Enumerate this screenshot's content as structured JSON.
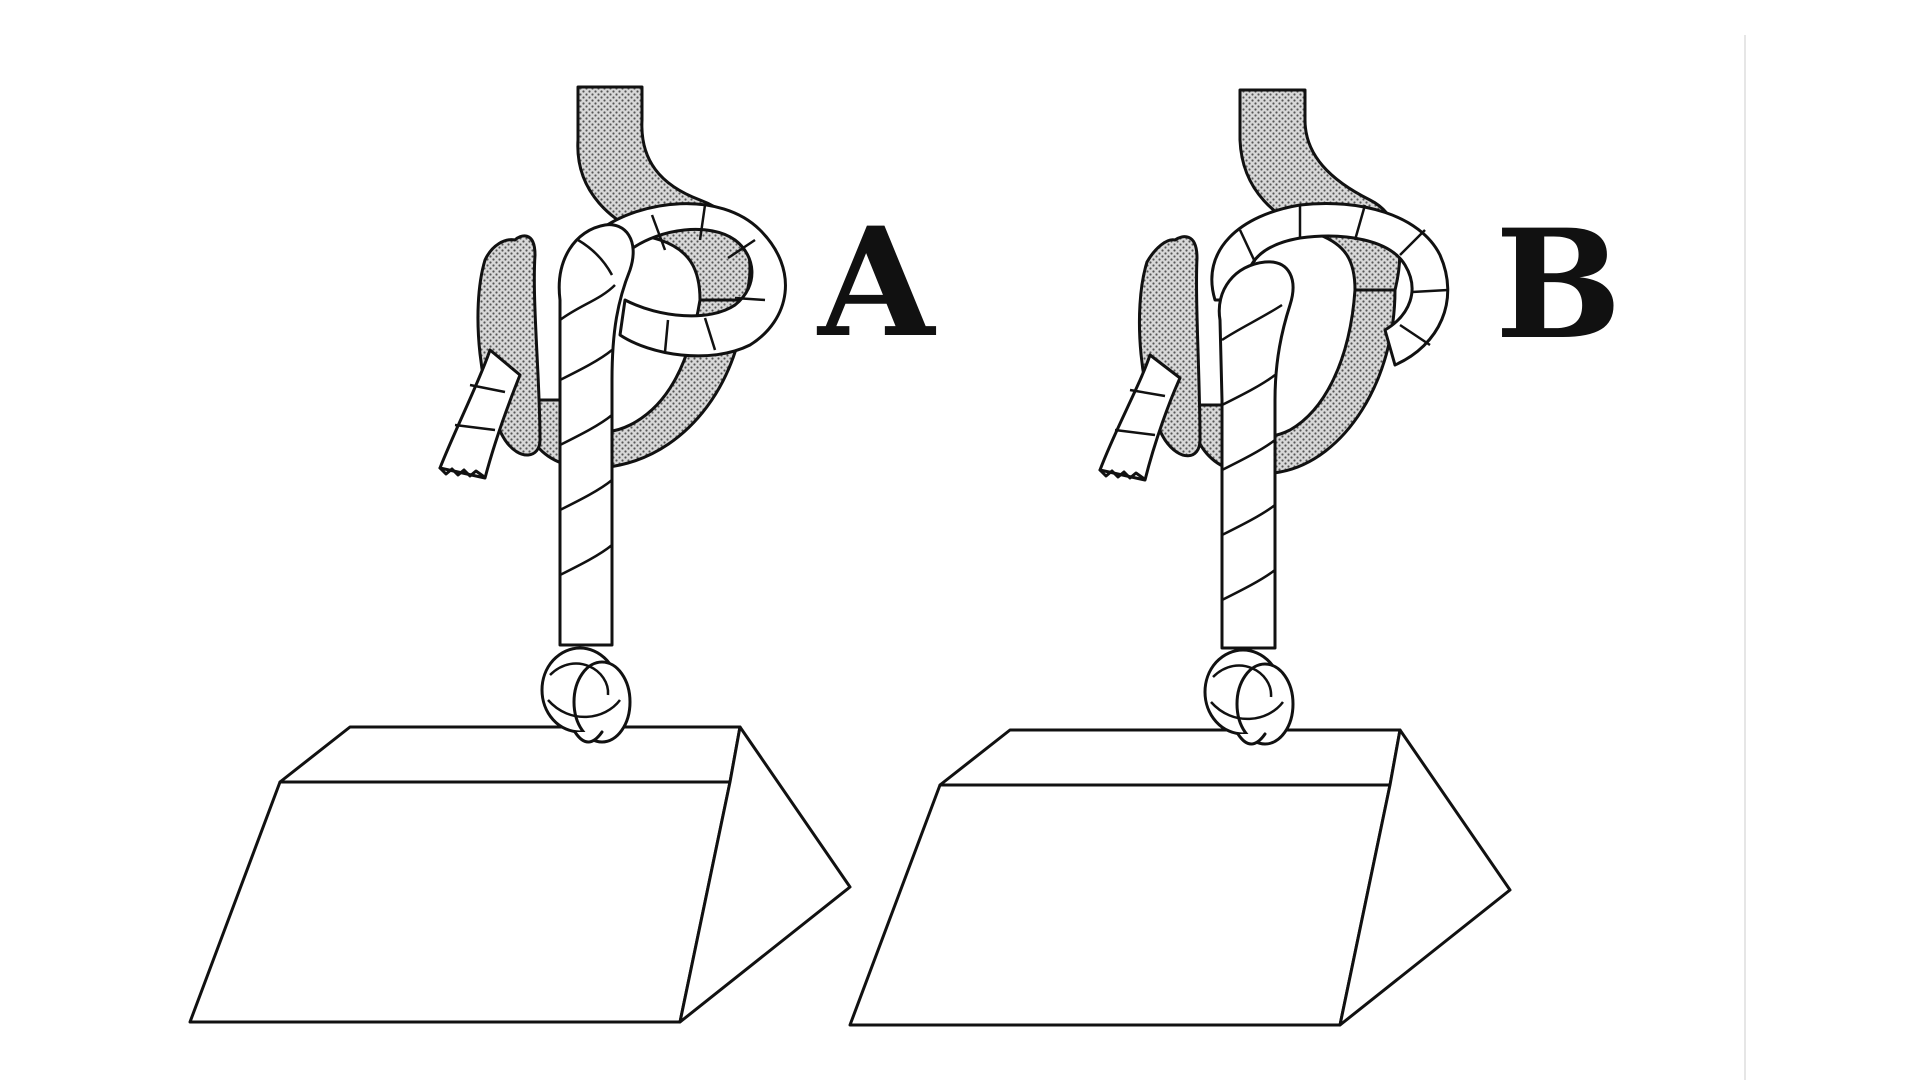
{
  "figure": {
    "panels": [
      {
        "id": "A",
        "label": "A",
        "rope_over_hook_tip": false
      },
      {
        "id": "B",
        "label": "B",
        "rope_over_hook_tip": true
      }
    ]
  },
  "colors": {
    "ink": "#111111",
    "hook_shading": "#9a9a9a",
    "paper": "#ffffff"
  }
}
